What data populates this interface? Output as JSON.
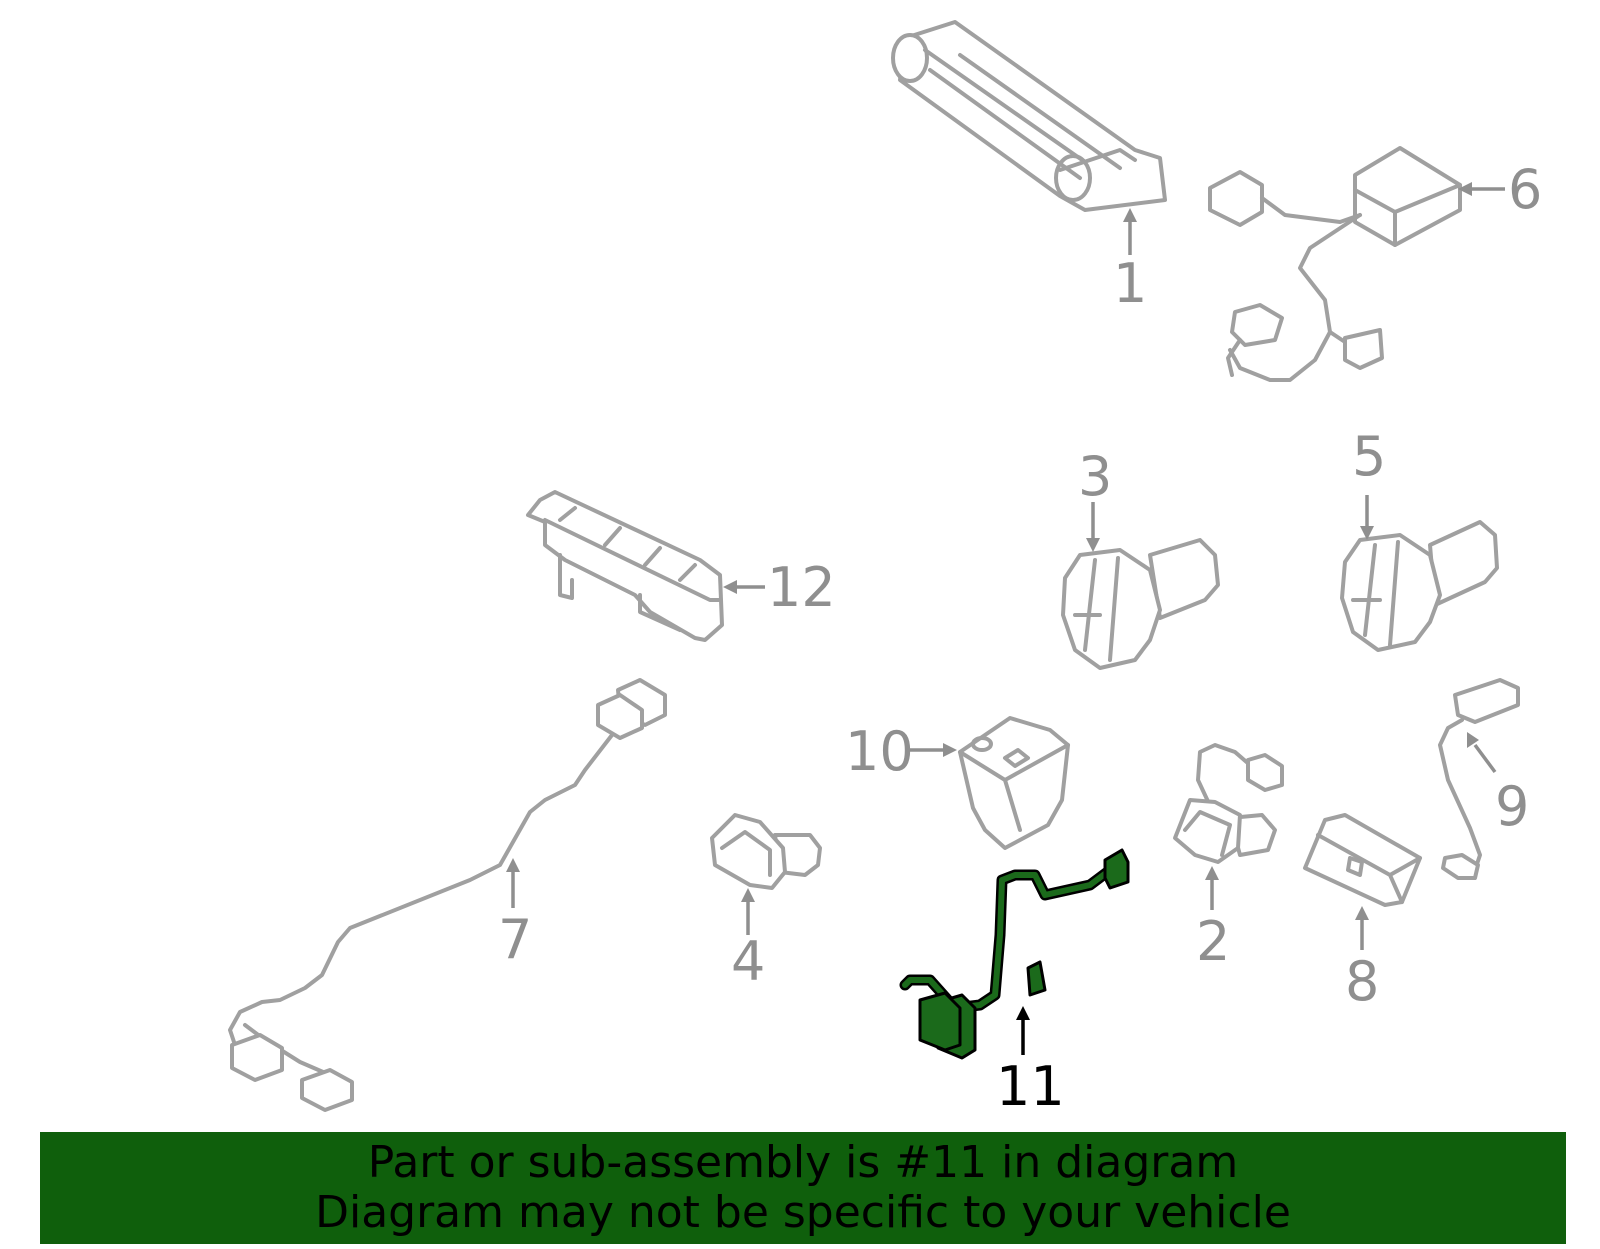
{
  "callouts": {
    "c1": "1",
    "c2": "2",
    "c3": "3",
    "c4": "4",
    "c5": "5",
    "c6": "6",
    "c7": "7",
    "c8": "8",
    "c9": "9",
    "c10": "10",
    "c11": "11",
    "c12": "12"
  },
  "highlighted_part": "11",
  "colors": {
    "highlight": "#1b6a1b",
    "banner": "#0f5f0c",
    "parts": "#a0a0a0"
  },
  "banner": {
    "line1": "Part or sub-assembly is #11 in diagram",
    "line2": "Diagram may not be specific to your vehicle"
  }
}
